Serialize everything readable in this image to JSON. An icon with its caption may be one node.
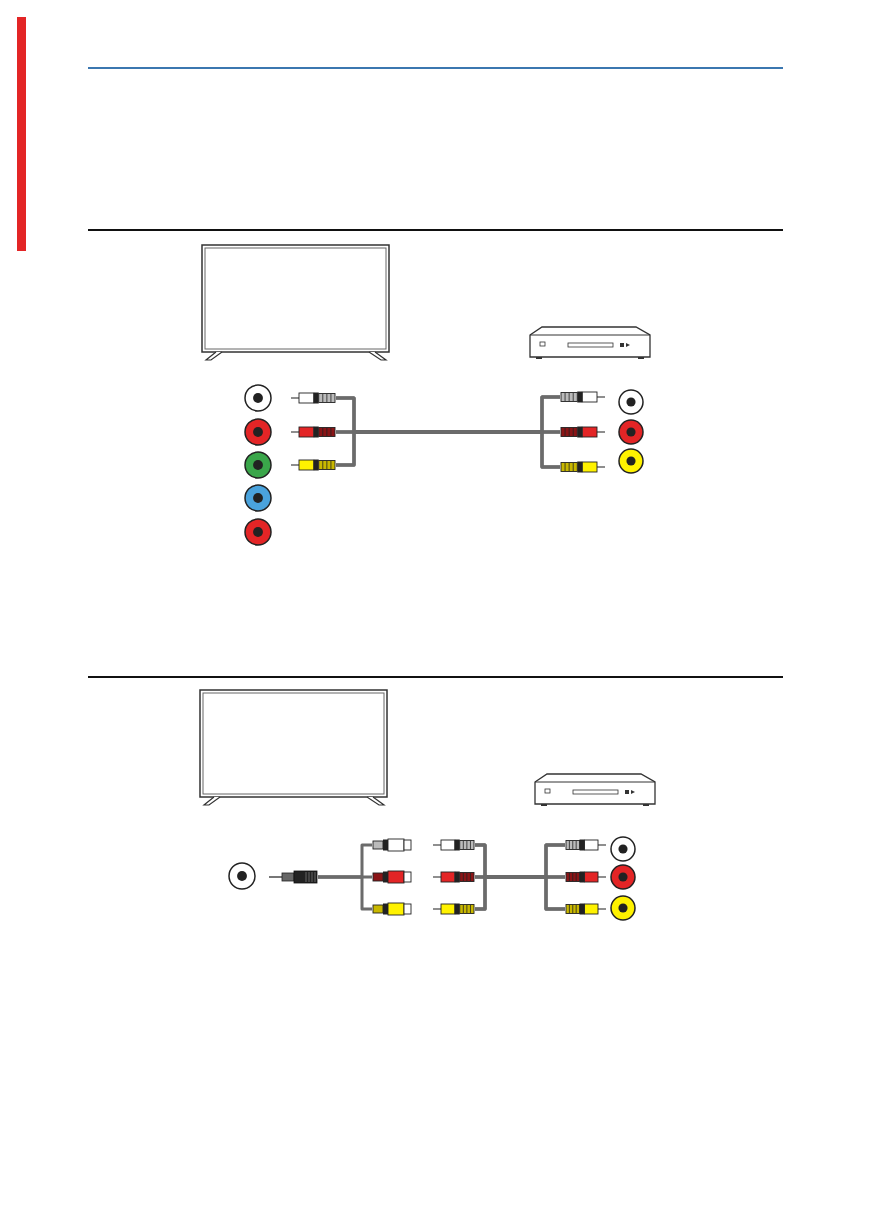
{
  "diagram": {
    "nodes": [
      {
        "text": [],
        "shape": "plug"
      },
      {
        "text": [],
        "shape": "plug"
      },
      {
        "text": [],
        "shape": "plug"
      },
      {
        "text": [],
        "shape": "plug"
      },
      {
        "text": [],
        "shape": "plug"
      },
      {
        "text": [],
        "shape": "plug"
      },
      {
        "text": [],
        "shape": "plug"
      },
      {
        "text": [],
        "shape": "socket"
      },
      {
        "text": [],
        "shape": "socket"
      },
      {
        "text": [],
        "shape": "socket"
      },
      {
        "text": [],
        "shape": "plug"
      },
      {
        "text": [],
        "shape": "plug"
      },
      {
        "text": [],
        "shape": "plug"
      },
      {
        "text": [],
        "shape": "plug"
      },
      {
        "text": [],
        "shape": "plug"
      },
      {
        "text": [],
        "shape": "plug"
      }
    ],
    "edges": [
      {
        "from": 0,
        "to": 3,
        "arrow": "none"
      },
      {
        "from": 0,
        "to": 4,
        "arrow": "none"
      },
      {
        "from": 0,
        "to": 5,
        "arrow": "none"
      },
      {
        "from": 1,
        "to": 3,
        "arrow": "none"
      },
      {
        "from": 1,
        "to": 4,
        "arrow": "none"
      },
      {
        "from": 1,
        "to": 5,
        "arrow": "none"
      },
      {
        "from": 2,
        "to": 3,
        "arrow": "none"
      },
      {
        "from": 2,
        "to": 4,
        "arrow": "none"
      },
      {
        "from": 2,
        "to": 5,
        "arrow": "none"
      },
      {
        "from": 6,
        "to": 7,
        "arrow": "none"
      },
      {
        "from": 6,
        "to": 8,
        "arrow": "none"
      },
      {
        "from": 6,
        "to": 9,
        "arrow": "none"
      },
      {
        "from": 10,
        "to": 13,
        "arrow": "none"
      },
      {
        "from": 10,
        "to": 14,
        "arrow": "none"
      },
      {
        "from": 10,
        "to": 15,
        "arrow": "none"
      },
      {
        "from": 11,
        "to": 13,
        "arrow": "none"
      },
      {
        "from": 11,
        "to": 14,
        "arrow": "none"
      },
      {
        "from": 11,
        "to": 15,
        "arrow": "none"
      },
      {
        "from": 12,
        "to": 13,
        "arrow": "none"
      },
      {
        "from": 12,
        "to": 14,
        "arrow": "none"
      },
      {
        "from": 12,
        "to": 15,
        "arrow": "none"
      }
    ]
  }
}
